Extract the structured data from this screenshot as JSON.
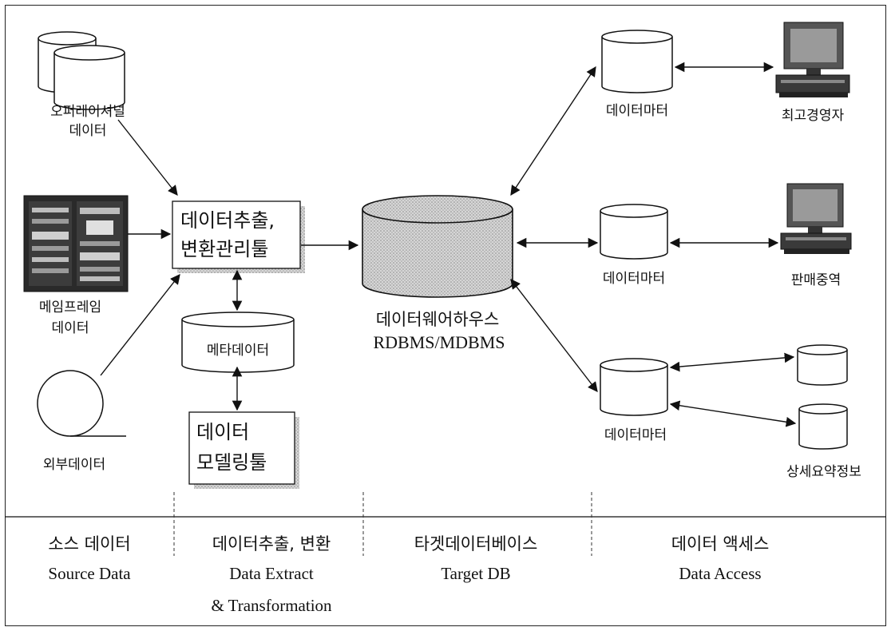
{
  "source": {
    "operational_label_1": "오퍼레이셔널",
    "operational_label_2": "데이터",
    "mainframe_label_1": "메임프레임",
    "mainframe_label_2": "데이터",
    "external_label": "외부데이터"
  },
  "etl": {
    "box_line_1": "데이터추출,",
    "box_line_2": "변환관리툴",
    "metadata_label": "메타데이터",
    "modeling_line_1": "데이터",
    "modeling_line_2": "모델링툴"
  },
  "warehouse": {
    "label_ko": "데이터웨어하우스",
    "label_en": "RDBMS/MDBMS"
  },
  "access": {
    "mart_1": "데이터마터",
    "mart_2": "데이터마터",
    "mart_3": "데이터마터",
    "executive": "최고경영자",
    "sales": "판매중역",
    "detail_summary": "상세요약정보"
  },
  "footer": [
    {
      "ko": "소스 데이터",
      "en": "Source Data"
    },
    {
      "ko": "데이터추출, 변환",
      "en": "Data Extract",
      "en2": "& Transformation"
    },
    {
      "ko": "타겟데이터베이스",
      "en": "Target DB"
    },
    {
      "ko": "데이터 액세스",
      "en": "Data Access"
    }
  ]
}
